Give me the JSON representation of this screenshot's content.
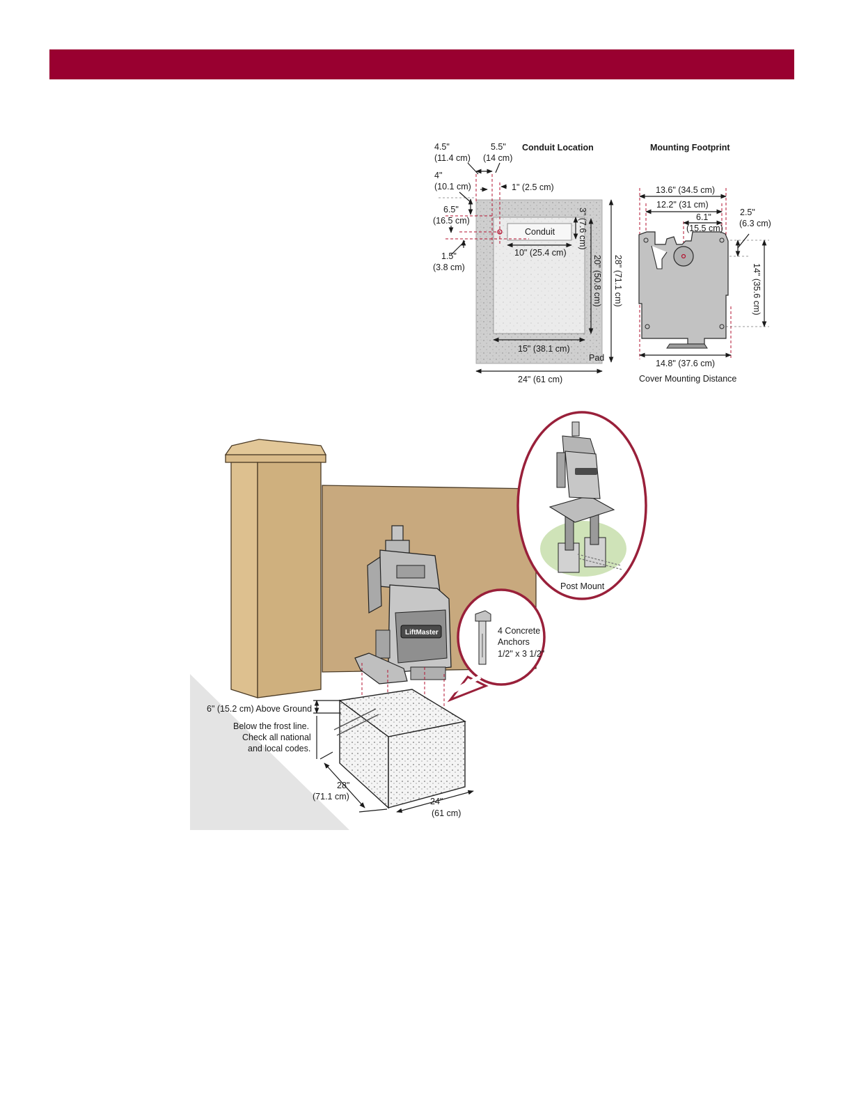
{
  "colors": {
    "header": "#990030",
    "accent_red": "#b3112f",
    "pad_gray": "#c9c9c9",
    "inner_gray": "#e8e8e8",
    "wall": "#c8a97e",
    "pillar": "#d9bb8a",
    "operator_gray": "#b8b8b8"
  },
  "conduit_location": {
    "title": "Conduit Location",
    "conduit_label": "Conduit",
    "pad_label": "Pad",
    "d_4_5": "4.5\"",
    "d_4_5_cm": "(11.4 cm)",
    "d_5_5": "5.5\"",
    "d_5_5_cm": "(14 cm)",
    "d_4": "4\"",
    "d_4_cm": "(10.1 cm)",
    "d_1": "1\" (2.5 cm)",
    "d_6_5": "6.5\"",
    "d_6_5_cm": "(16.5 cm)",
    "d_1_5": "1.5\"",
    "d_1_5_cm": "(3.8 cm)",
    "d_3": "3\" (7.6 cm)",
    "d_10": "10\" (25.4 cm)",
    "d_20": "20\" (50.8 cm)",
    "d_28": "28\" (71.1 cm)",
    "d_15": "15\" (38.1 cm)",
    "d_24": "24\" (61 cm)"
  },
  "mounting_footprint": {
    "title": "Mounting Footprint",
    "d_13_6": "13.6\" (34.5 cm)",
    "d_12_2": "12.2\" (31 cm)",
    "d_6_1": "6.1\"",
    "d_6_1_cm": "(15.5 cm)",
    "d_2_5": "2.5\"",
    "d_2_5_cm": "(6.3 cm)",
    "d_14": "14\" (35.6 cm)",
    "d_14_8": "14.8\" (37.6 cm)",
    "cover_label": "Cover Mounting Distance"
  },
  "install_illustration": {
    "above_ground": "6\" (15.2 cm) Above Ground",
    "frost_line_1": "Below the frost line.",
    "frost_line_2": "Check all national",
    "frost_line_3": "and local codes.",
    "depth_in": "28\"",
    "depth_cm": "(71.1 cm)",
    "width_in": "24\"",
    "width_cm": "(61 cm)",
    "anchors_1": "4 Concrete",
    "anchors_2": "Anchors",
    "anchors_3": "1/2\" x 3 1/2\"",
    "post_mount": "Post Mount",
    "brand": "LiftMaster"
  }
}
